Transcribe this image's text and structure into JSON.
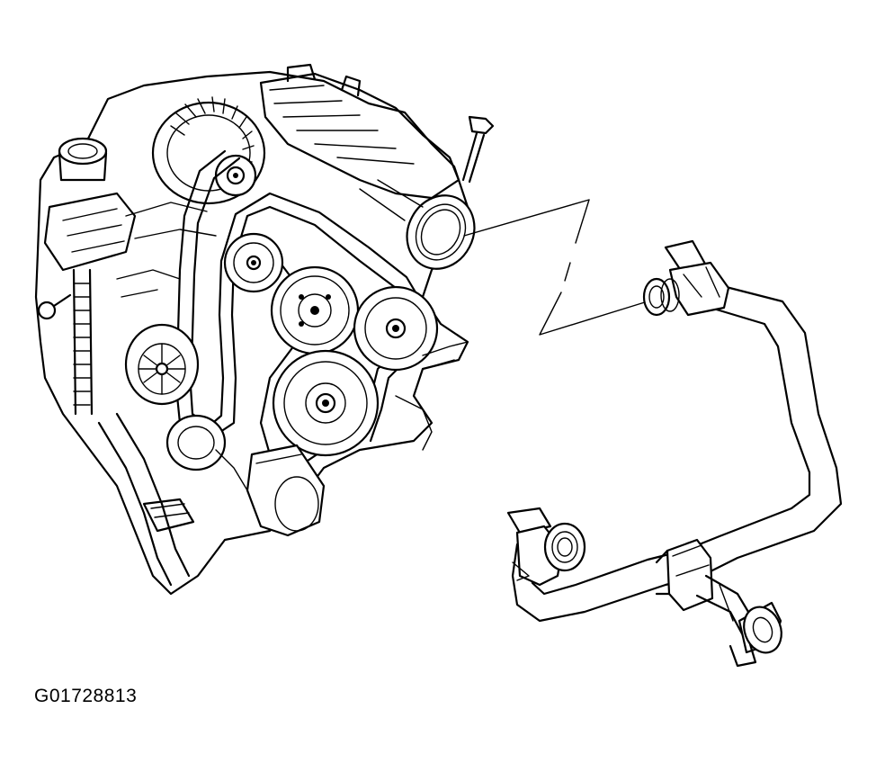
{
  "figure": {
    "id_label": "G01728813"
  },
  "icons": {
    "engine": "engine-assembly-illustration",
    "hose": "coolant-hose-assembly-illustration",
    "leader": "zigzag-callout-leader"
  },
  "colors": {
    "line": "#000000",
    "background": "#ffffff"
  }
}
